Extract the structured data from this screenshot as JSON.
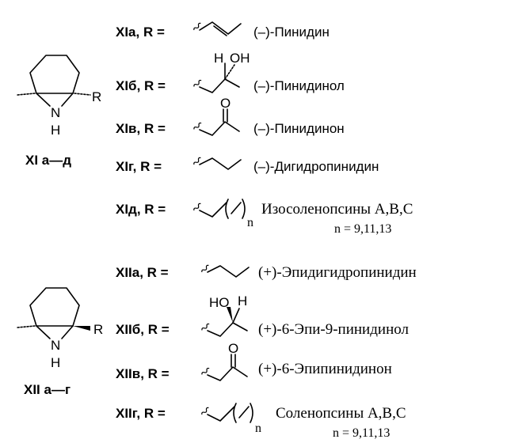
{
  "family_XI": {
    "label": "XI а—д",
    "atoms": {
      "N": "N",
      "H": "H",
      "R": "R"
    },
    "rows": [
      {
        "compound": "XIа, R =",
        "name": "(–)-Пинидин"
      },
      {
        "compound": "XIб, R =",
        "name": "(–)-Пинидинол",
        "atoms": {
          "H": "H",
          "OH": "OH"
        }
      },
      {
        "compound": "XIв, R =",
        "name": "(–)-Пинидинон",
        "atoms": {
          "O": "O"
        }
      },
      {
        "compound": "XIг, R =",
        "name": "(–)-Дигидропинидин"
      },
      {
        "compound": "XIд, R =",
        "name": "Изосоленопсины A,B,C",
        "subscript": "n",
        "n_values": "n = 9,11,13"
      }
    ]
  },
  "family_XII": {
    "label": "XII а—г",
    "atoms": {
      "N": "N",
      "H": "H",
      "R": "R"
    },
    "rows": [
      {
        "compound": "XIIа, R =",
        "name": "(+)-Эпидигидропинидин"
      },
      {
        "compound": "XIIб, R =",
        "name": "(+)-6-Эпи-9-пинидинол",
        "atoms": {
          "HO": "HO",
          "H": "H"
        }
      },
      {
        "compound": "XIIв, R =",
        "name": "(+)-6-Эпипинидинон",
        "atoms": {
          "O": "O"
        }
      },
      {
        "compound": "XIIг, R =",
        "name": "Соленопсины A,B,C",
        "subscript": "n",
        "n_values": "n = 9,11,13"
      }
    ]
  }
}
